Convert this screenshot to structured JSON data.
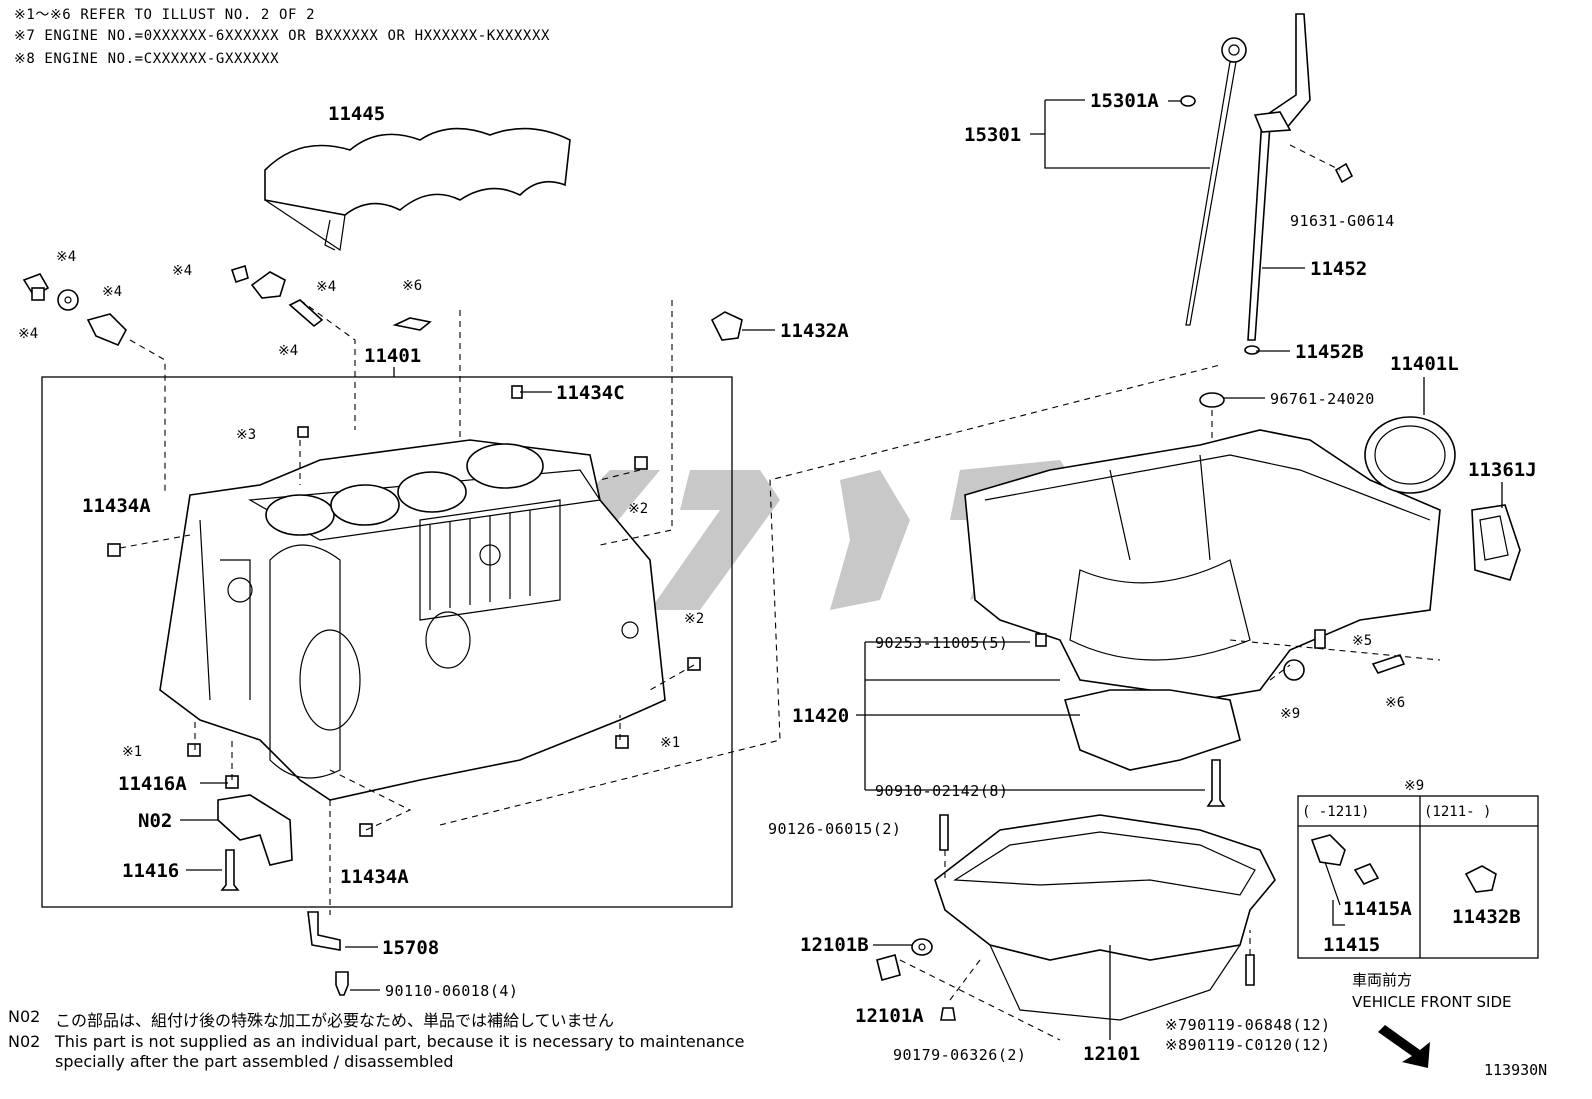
{
  "notes": [
    "※1～※6 REFER TO ILLUST NO. 2 OF 2",
    "※7 ENGINE NO.=0XXXXXX-6XXXXXX OR BXXXXXX OR HXXXXXX-KXXXXXX",
    "※8 ENGINE NO.=CXXXXXX-GXXXXXX"
  ],
  "callouts": {
    "p11445": "11445",
    "p11401": "11401",
    "p11432A": "11432A",
    "p11434C": "11434C",
    "p11434A_top": "11434A",
    "p11434A_bottom": "11434A",
    "p11416A": "11416A",
    "pN02": "N02",
    "p11416": "11416",
    "p15708": "15708",
    "p90110": "90110-06018(4)",
    "p15301": "15301",
    "p15301A": "15301A",
    "p91631": "91631-G0614",
    "p11452": "11452",
    "p11452B": "11452B",
    "p96761": "96761-24020",
    "p11401L": "11401L",
    "p11361J": "11361J",
    "p90253": "90253-11005(5)",
    "p11420": "11420",
    "p90910": "90910-02142(8)",
    "p90126": "90126-06015(2)",
    "p12101B": "12101B",
    "p12101A": "12101A",
    "p90179": "90179-06326(2)",
    "p12101": "12101",
    "p790119": "※790119-06848(12)",
    "p890119": "※890119-C0120(12)"
  },
  "marks": {
    "m4a": "※4",
    "m4b": "※4",
    "m4c": "※4",
    "m4d": "※4",
    "m4e": "※4",
    "m4f": "※4",
    "m6a": "※6",
    "m3": "※3",
    "m2a": "※2",
    "m2b": "※2",
    "m1a": "※1",
    "m1b": "※1",
    "m5": "※5",
    "m9": "※9",
    "m6b": "※6"
  },
  "inset": {
    "title": "※9",
    "col1": "(     -1211)",
    "col2": "(1211-     )",
    "p11415A": "11415A",
    "p11415": "11415",
    "p11432B": "11432B"
  },
  "vehicle_front": {
    "japanese": "車両前方",
    "english": "VEHICLE FRONT SIDE"
  },
  "footnotes": {
    "jp_code": "N02",
    "jp_text": "この部品は、組付け後の特殊な加工が必要なため、単品では補給していません",
    "en_code": "N02",
    "en_line1": "This part is not supplied as an individual part, because it is necessary to maintenance",
    "en_line2": "specially after the part assembled / disassembled"
  },
  "illustration_id": "113930N"
}
